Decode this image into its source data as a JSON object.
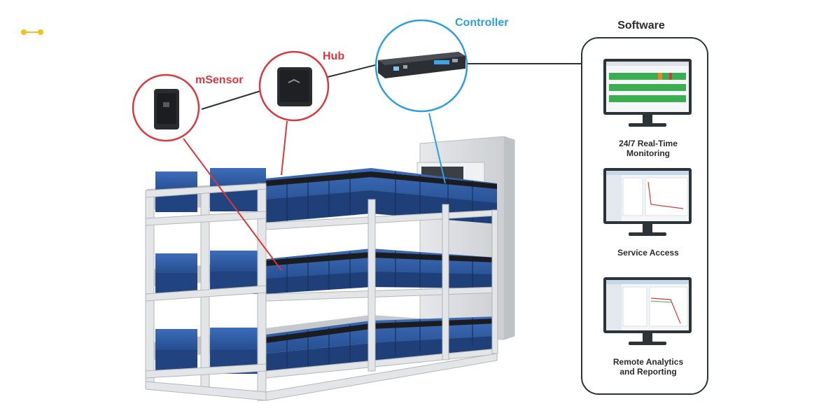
{
  "labels": {
    "msensor": "mSensor",
    "hub": "Hub",
    "controller": "Controller",
    "software": "Software"
  },
  "software_items": [
    {
      "caption_line1": "24/7 Real-Time",
      "caption_line2": "Monitoring"
    },
    {
      "caption_line1": "Service Access",
      "caption_line2": ""
    },
    {
      "caption_line1": "Remote Analytics",
      "caption_line2": "and Reporting"
    }
  ],
  "colors": {
    "sensor_accent": "#d8383f",
    "controller_accent": "#2e9ee0",
    "software_border": "#2d3438",
    "battery_blue": "#2f5aa0",
    "rack_grey": "#d6d8db",
    "logo_yellow": "#f2c21a"
  },
  "icons": {
    "logo": "link-node-icon",
    "msensor": "sensor-device-icon",
    "hub": "hub-device-icon",
    "controller": "rack-controller-icon",
    "monitor": "monitor-icon"
  }
}
